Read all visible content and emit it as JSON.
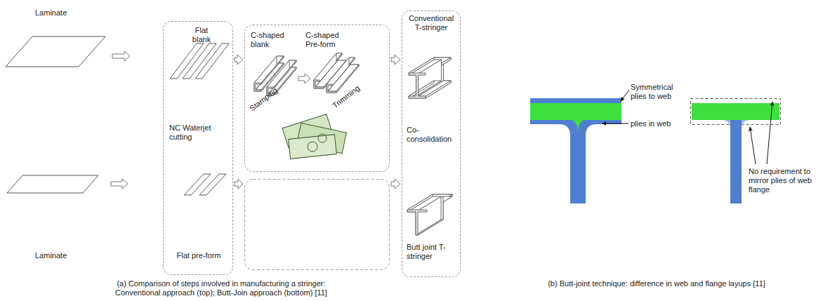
{
  "diagram": {
    "nodes": [
      {
        "text": [
          "Flat blank",
          "NC Waterjet cutting",
          "Flat pre-form"
        ]
      },
      {
        "text": [
          "C-shaped blank",
          "C-shaped Pre-form",
          "Stamping",
          "Trimming"
        ]
      },
      {
        "text": [
          "Conventional T-stringer",
          "Co-consolidation",
          "Butt joint T-stringer"
        ]
      }
    ],
    "edges": [
      {
        "from": 0,
        "to": 1,
        "arrow": "to"
      },
      {
        "from": 1,
        "to": 2,
        "arrow": "to"
      }
    ],
    "labels": [
      "Laminate",
      "Laminate",
      "(a) Comparison of steps involved in manufacturing a stringer: Conventional approach (top); Butt-Join approach (bottom) [11]",
      "Symmetrical plies to web",
      "plies in web",
      "No requirement to mirror plies of web flange",
      "(b) Butt-joint technique: difference in web and flange layups [11]"
    ]
  }
}
